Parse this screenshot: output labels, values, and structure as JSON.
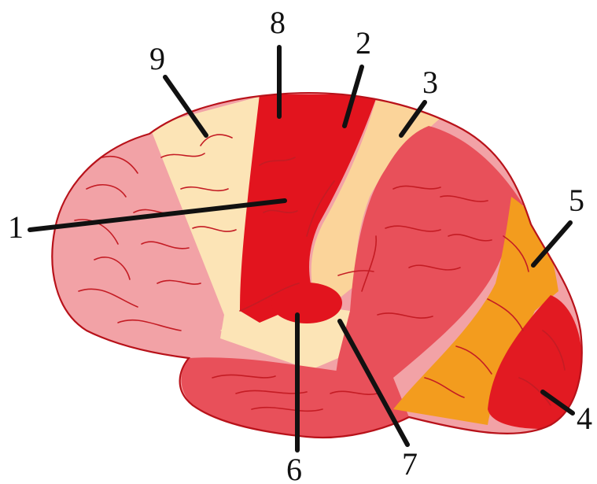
{
  "labels": {
    "l1": "1",
    "l2": "2",
    "l3": "3",
    "l4": "4",
    "l5": "5",
    "l6": "6",
    "l7": "7",
    "l8": "8",
    "l9": "9"
  },
  "colors": {
    "background": "#ffffff",
    "prefrontal_region": "#f2a2a6",
    "premotor_region": "#fce4b6",
    "motor_strip": "#e2141e",
    "sensory_strip": "#fbd49a",
    "parietal_temporal_region": "#e8505a",
    "parieto_occipital_band": "#f39c1e",
    "occipital_pole": "#e21a22",
    "gyral_lines": "#c41c24",
    "label_text": "#111111"
  }
}
